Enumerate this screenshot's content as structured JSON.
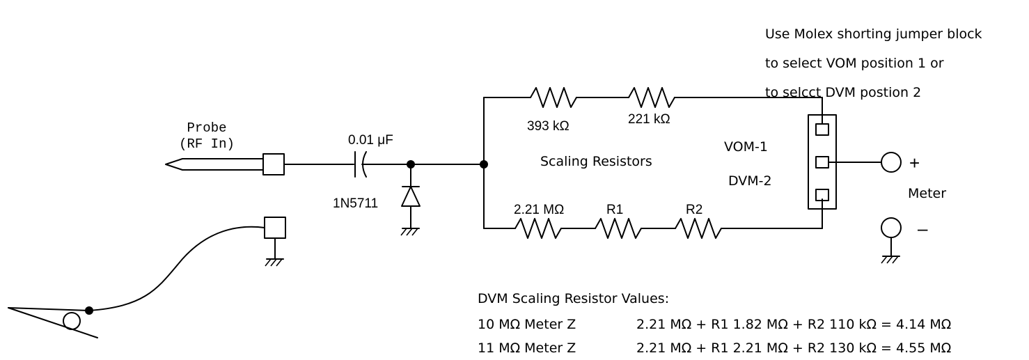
{
  "notes": {
    "jumper_line1": "Use Molex shorting jumper block",
    "jumper_line2": "to select VOM position 1 or",
    "jumper_line3": "to selcct DVM postion 2"
  },
  "probe": {
    "label_line1": "Probe",
    "label_line2": "(RF In)"
  },
  "components": {
    "capacitor": "0.01 μF",
    "diode": "1N5711",
    "r_top_1": "393 kΩ",
    "r_top_2": "221 kΩ",
    "r_bot_1": "2.21 MΩ",
    "r_bot_2": "R1",
    "r_bot_3": "R2",
    "scaling_label": "Scaling Resistors"
  },
  "jumper": {
    "pos1": "VOM-1",
    "pos2": "DVM-2"
  },
  "meter": {
    "plus": "+",
    "minus": "–",
    "label": "Meter"
  },
  "table": {
    "heading": "DVM Scaling Resistor Values:",
    "rows": [
      {
        "meter_z": "10 MΩ Meter Z",
        "formula": "2.21 MΩ + R1 1.82 MΩ + R2 110 kΩ = 4.14 MΩ"
      },
      {
        "meter_z": "11 MΩ Meter Z",
        "formula": "2.21 MΩ + R1 2.21 MΩ + R2 130 kΩ = 4.55 MΩ"
      }
    ]
  }
}
